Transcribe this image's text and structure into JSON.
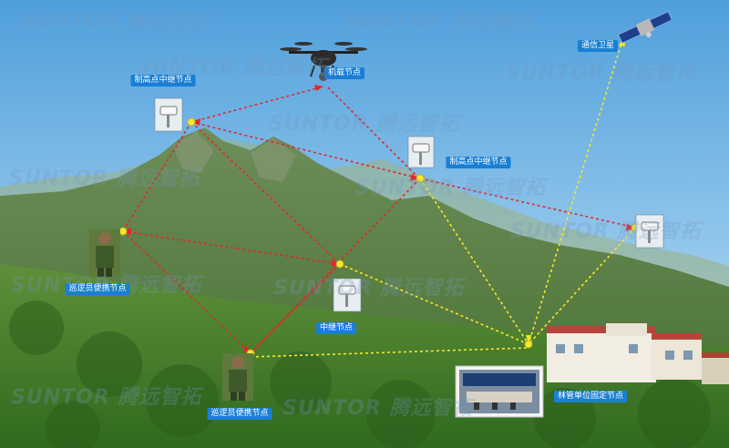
{
  "watermark": "SUNTOR 腾远智拓",
  "nodes": {
    "drone": "机载节点",
    "satellite": "通信卫星",
    "highpoint_left": "制高点中继节点",
    "highpoint_right": "制高点中继节点",
    "patrol_upper": "巡逻员便携节点",
    "relay_middle": "中继节点",
    "patrol_lower": "巡逻员便携节点",
    "forestry_station": "林管单位固定节点"
  },
  "colors": {
    "red_link": "#e0282c",
    "yellow_link": "#f5e82a",
    "node_dot": "#f6ea2e",
    "label_bg": "#1a7fd4"
  }
}
